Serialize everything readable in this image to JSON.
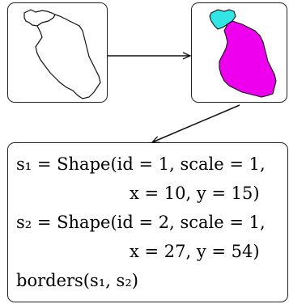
{
  "colors": {
    "region_1": "#33e6e6",
    "region_2": "#ee00ee",
    "outline": "#111111"
  },
  "code": {
    "line1": "s₁ = Shape(id = 1, scale = 1,",
    "line2": "x = 10, y = 15)",
    "line3": "s₂ = Shape(id = 2, scale = 1,",
    "line4": "x = 27, y = 54)",
    "line5": "borders(s₁, s₂)"
  }
}
